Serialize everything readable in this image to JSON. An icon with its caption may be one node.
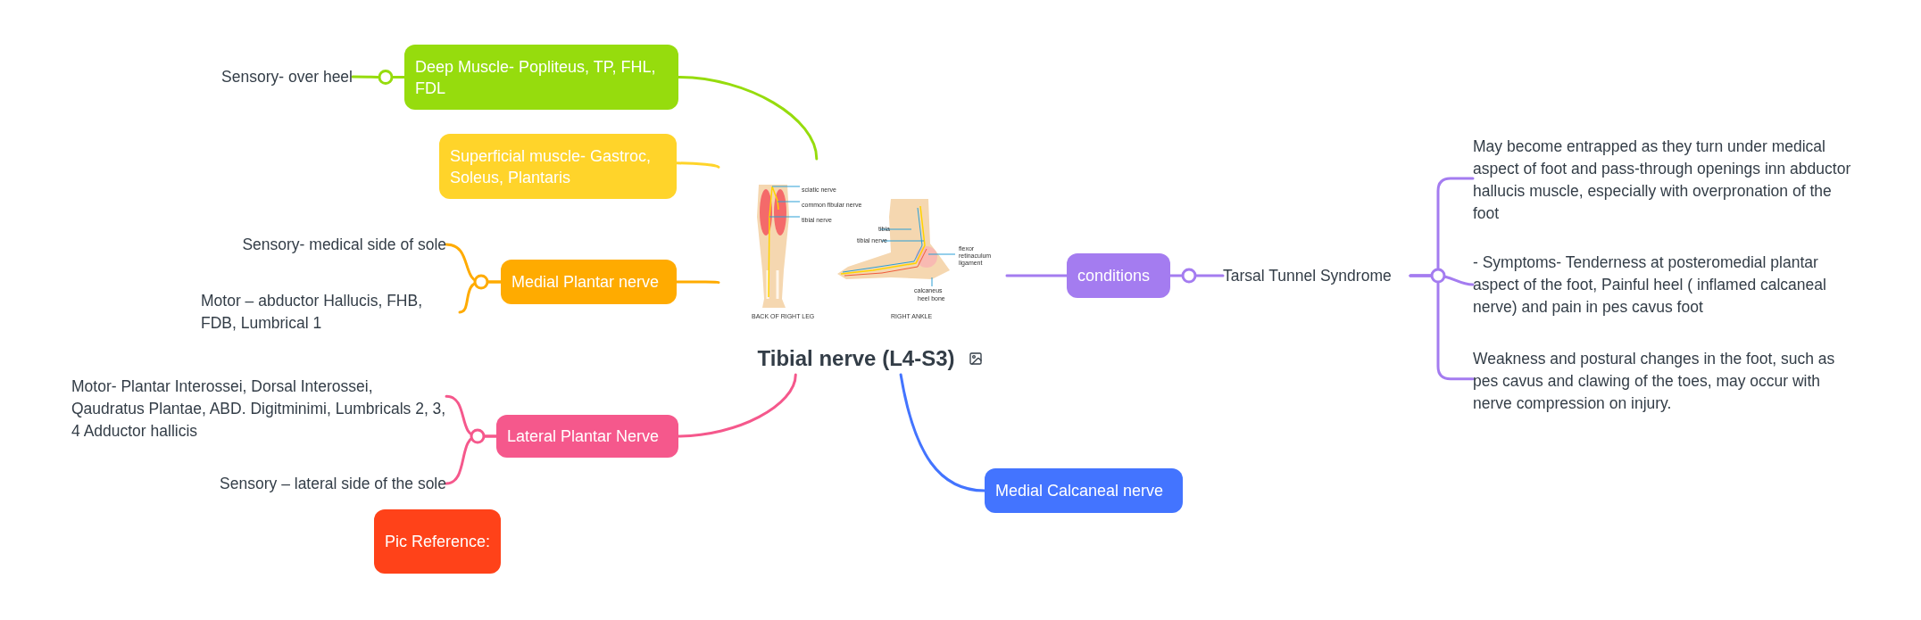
{
  "diagram": {
    "nodes": [
      {
        "text": [
          "Tibial nerve (L4-S3)"
        ]
      },
      {
        "text": [],
        "shape": "picture"
      },
      {
        "text": [
          "Deep Muscle- Popliteus, TP, FHL, FDL"
        ]
      },
      {
        "text": [
          "Sensory- over heel"
        ]
      },
      {
        "text": [
          "Superficial muscle- Gastroc, Soleus, Plantaris"
        ]
      },
      {
        "text": [
          "Medial Plantar nerve"
        ]
      },
      {
        "text": [
          "Sensory- medical side of sole"
        ]
      },
      {
        "text": [
          "Motor – abductor Hallucis, FHB, FDB, Lumbrical 1"
        ]
      },
      {
        "text": [
          "Lateral Plantar Nerve"
        ]
      },
      {
        "text": [
          "Motor- Plantar Interossei, Dorsal Interossei, Qaudratus Plantae, ABD. Digitminimi, Lumbricals 2, 3, 4 Adductor hallicis"
        ]
      },
      {
        "text": [
          "Sensory – lateral side of the sole"
        ]
      },
      {
        "text": [
          "Pic Reference:"
        ]
      },
      {
        "text": [
          "Medial Calcaneal nerve"
        ]
      },
      {
        "text": [
          "conditions"
        ]
      },
      {
        "text": [
          "Tarsal Tunnel Syndrome"
        ]
      },
      {
        "text": [
          "May become entrapped as they turn under medical aspect of foot and pass-through openings inn abductor hallucis muscle, especially with overpronation of the foot"
        ]
      },
      {
        "text": [
          "- Symptoms- Tenderness at posteromedial plantar aspect of the foot, Painful heel ( inflamed calcaneal nerve) and pain in pes cavus foot"
        ]
      },
      {
        "text": [
          "Weakness and postural changes in the foot, such as pes cavus and clawing of the toes, may occur with nerve compression on injury."
        ]
      }
    ],
    "edges": [
      {
        "from": 1,
        "to": 2,
        "arrow": "none",
        "color": "#96dc0d"
      },
      {
        "from": 2,
        "to": 3,
        "arrow": "none",
        "color": "#96dc0d"
      },
      {
        "from": 1,
        "to": 4,
        "arrow": "none",
        "color": "#ffd42a"
      },
      {
        "from": 1,
        "to": 5,
        "arrow": "none",
        "color": "#ffab00"
      },
      {
        "from": 5,
        "to": 6,
        "arrow": "none",
        "color": "#ffab00"
      },
      {
        "from": 5,
        "to": 7,
        "arrow": "none",
        "color": "#ffab00"
      },
      {
        "from": 0,
        "to": 8,
        "arrow": "none",
        "color": "#f5588c"
      },
      {
        "from": 8,
        "to": 9,
        "arrow": "none",
        "color": "#f5588c"
      },
      {
        "from": 8,
        "to": 10,
        "arrow": "none",
        "color": "#f5588c"
      },
      {
        "from": 0,
        "to": 12,
        "arrow": "none",
        "color": "#4374ff"
      },
      {
        "from": 1,
        "to": 13,
        "arrow": "none",
        "color": "#a47cf0"
      },
      {
        "from": 13,
        "to": 14,
        "arrow": "none",
        "color": "#a47cf0"
      },
      {
        "from": 14,
        "to": 15,
        "arrow": "none",
        "color": "#a47cf0"
      },
      {
        "from": 14,
        "to": 16,
        "arrow": "none",
        "color": "#a47cf0"
      },
      {
        "from": 14,
        "to": 17,
        "arrow": "none",
        "color": "#a47cf0"
      }
    ],
    "labels": [
      "sciatic nerve",
      "common fibular nerve",
      "tibial nerve",
      "tibia",
      "tibial nerve",
      "flexor retinaculum ligament",
      "calcaneus",
      "heel bone",
      "BACK OF RIGHT LEG",
      "RIGHT ANKLE"
    ]
  }
}
